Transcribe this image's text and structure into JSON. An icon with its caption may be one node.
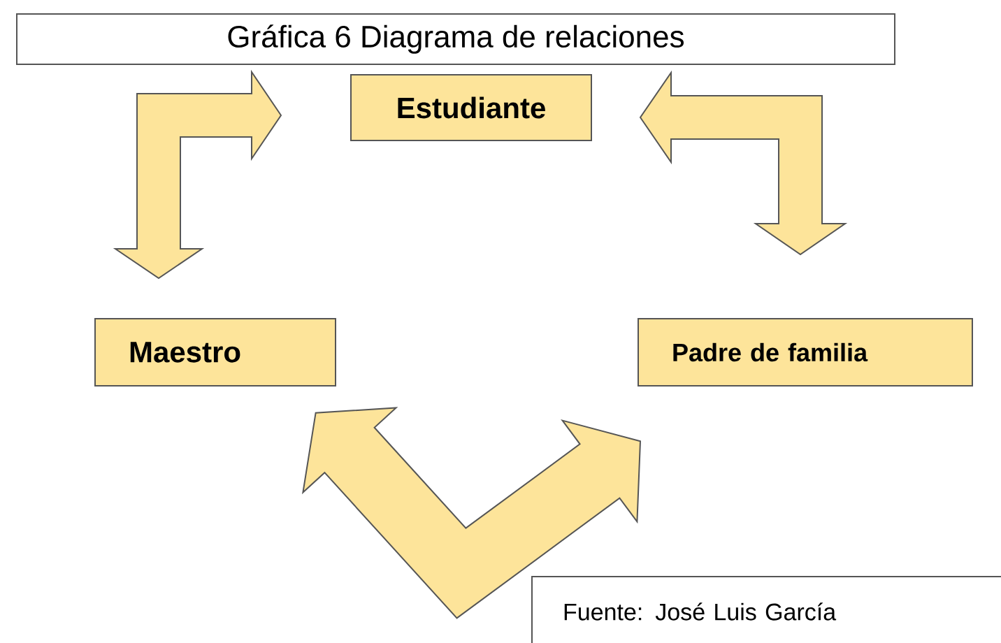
{
  "diagram": {
    "title": "Gráfica 6 Diagrama de relaciones",
    "nodes": [
      {
        "text": [
          "Estudiante"
        ]
      },
      {
        "text": [
          "Maestro"
        ]
      },
      {
        "text": [
          "Padre de familia"
        ]
      }
    ],
    "edges": [
      {
        "from": 0,
        "to": 1,
        "arrow": "both"
      },
      {
        "from": 0,
        "to": 2,
        "arrow": "both"
      },
      {
        "from": 1,
        "to": 2,
        "arrow": "both"
      }
    ],
    "labels": [
      "Fuente: José Luis García"
    ]
  }
}
